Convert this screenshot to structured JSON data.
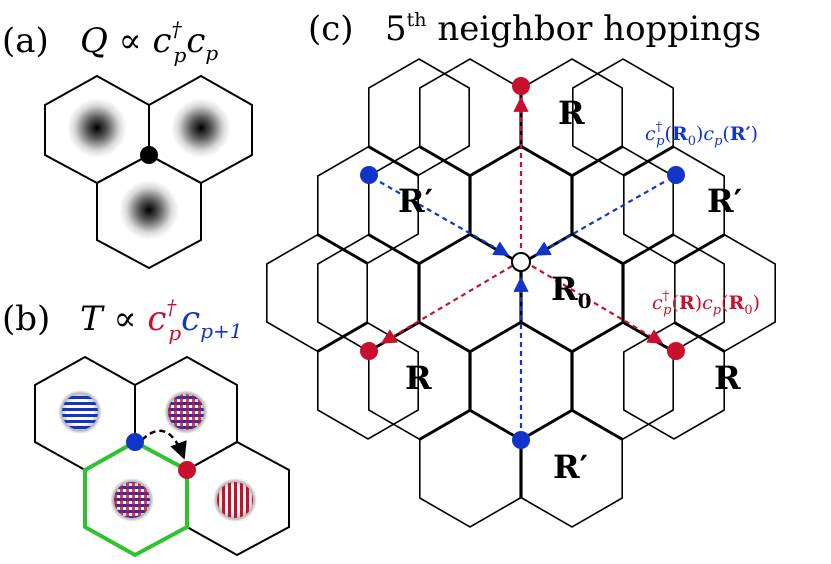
{
  "panels": {
    "a": {
      "label": "(a)",
      "title_main": "Q ∝ c",
      "title_dag": "†",
      "title_sub": "p",
      "title_rest": "c",
      "title_rest_sub": "p"
    },
    "b": {
      "label": "(b)",
      "title_main": "T ∝ ",
      "title_red": "c",
      "title_dag": "†",
      "title_red_sub": "p",
      "title_blue": "c",
      "title_blue_sub": "p+1"
    },
    "c": {
      "label": "(c)",
      "title_main": "5",
      "title_sup": "th",
      "title_rest": " neighbor hoppings"
    }
  },
  "labels": {
    "R_top": "R",
    "R_left": "R",
    "R_right": "R",
    "Rp_left": "R′",
    "Rp_right": "R′",
    "Rp_bottom": "R′",
    "R0": "R",
    "R0_sub": "0",
    "hop_blue": "c†p(R0)cp(R′)",
    "hop_blue_parts": {
      "c": "c",
      "dag": "†",
      "p": "p",
      "a1": "(",
      "R": "R",
      "zero": "0",
      "a2": ")",
      "c2": "c",
      "p2": "p",
      "b1": "(",
      "Rp": "R′",
      "b2": ")"
    },
    "hop_red": "c†p(R)cp(R0)",
    "hop_red_parts": {
      "c": "c",
      "dag": "†",
      "p": "p",
      "a1": "(",
      "R": "R",
      "a2": ")",
      "c2": "c",
      "p2": "p",
      "b1": "(",
      "R0": "R",
      "zero": "0",
      "b2": ")"
    }
  },
  "colors": {
    "red": "#c8102e",
    "blue": "#1035c8",
    "green": "#2fc42f",
    "black": "#000000"
  }
}
